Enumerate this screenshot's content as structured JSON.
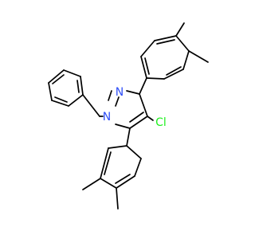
{
  "molecule": {
    "atom_labels": {
      "n1": "N",
      "n2": "N",
      "cl": "Cl"
    },
    "colors": {
      "bond": "#000000",
      "nitrogen": "#3050F8",
      "chlorine": "#1FF01F",
      "background": "#FFFFFF"
    }
  }
}
